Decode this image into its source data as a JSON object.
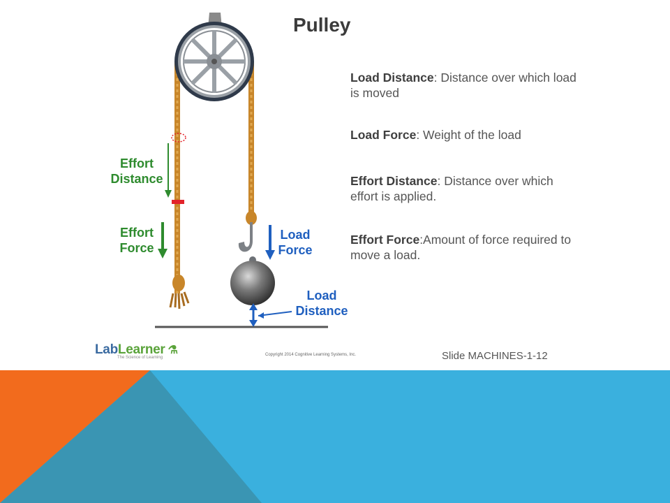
{
  "title": "Pulley",
  "definitions": [
    {
      "term": "Load Distance",
      "text": ": Distance over which load is moved"
    },
    {
      "term": "Load Force",
      "text": ": Weight of the load"
    },
    {
      "term": "Effort Distance",
      "text": ": Distance over which effort is applied."
    },
    {
      "term": "Effort Force",
      "text": ":Amount of force required to move a load."
    }
  ],
  "labels": {
    "effort_distance": [
      "Effort",
      "Distance"
    ],
    "effort_force": [
      "Effort",
      "Force"
    ],
    "load_force": [
      "Load",
      "Force"
    ],
    "load_distance": [
      "Load",
      "Distance"
    ]
  },
  "footer": {
    "logo_lab": "Lab",
    "logo_learner": "Learner",
    "logo_tagline": "The Science of Learning",
    "copyright": "Copyright 2014 Cognitive Learning Systems, Inc.",
    "slide_id": "Slide MACHINES-1-12"
  },
  "colors": {
    "effort": "#2e8b2e",
    "load": "#1f5fbf",
    "orange": "#f26b1d",
    "teal": "#3a95b3",
    "sky": "#3ab0de"
  }
}
